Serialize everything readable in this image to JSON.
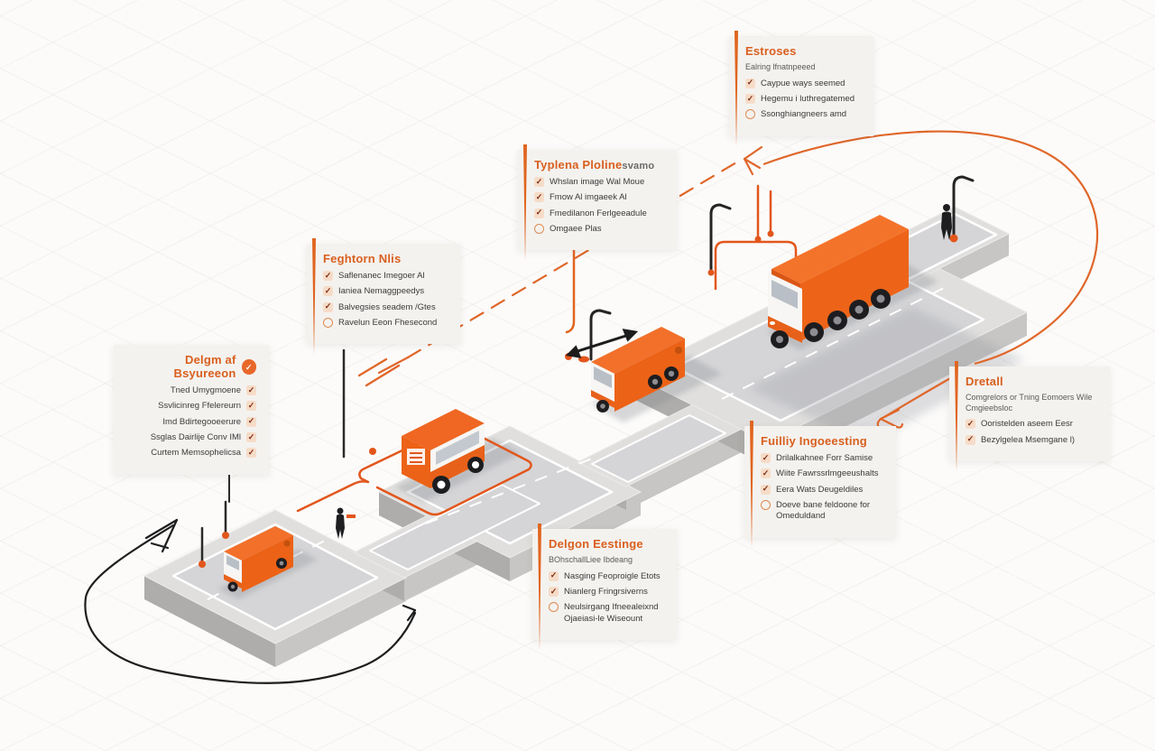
{
  "meta": {
    "background": "#fcfbfa",
    "accent_orange": "#e0651f",
    "vehicle_orange": "#f2691c",
    "route_orange": "#e2561c",
    "line_black": "#222222",
    "platform_gray": "#dfdedd"
  },
  "glyphs": {
    "check": "✓",
    "badge": "✓"
  },
  "boxes": {
    "estroses": {
      "title": "Estroses",
      "subtitle": "Ealring lfnatnpeeed",
      "items": [
        {
          "icon": "check",
          "text": "Caypue ways seemed"
        },
        {
          "icon": "check",
          "text": "Hegemu i luthregatemed"
        },
        {
          "icon": "circle",
          "text": "Ssonghiangneers amd"
        }
      ]
    },
    "typlena": {
      "title": "Typlena Ploline",
      "title_suffix": "svamo",
      "items": [
        {
          "icon": "check",
          "text": "Whslan image Wal Moue"
        },
        {
          "icon": "check",
          "text": "Fmow Al imgaeek Al"
        },
        {
          "icon": "check",
          "text": "Fmedilanon Ferlgeeadule"
        },
        {
          "icon": "circle",
          "text": "Omgaee Plas"
        }
      ]
    },
    "feghtorn": {
      "title": "Feghtorn Nlis",
      "items": [
        {
          "icon": "check",
          "text": "Saflenanec Imegoer Al"
        },
        {
          "icon": "check",
          "text": "Ianiea Nemaggpeedys"
        },
        {
          "icon": "check",
          "text": "Balvegsies seadem /Gtes"
        },
        {
          "icon": "circle",
          "text": "Ravelun Eeon Fhesecond"
        }
      ]
    },
    "delgm": {
      "title": "Delgm af Bsyureeon",
      "items": [
        {
          "icon": "check",
          "text": "Tned Umygmoene"
        },
        {
          "icon": "check",
          "text": "Ssvlicinreg Ffelereurn"
        },
        {
          "icon": "check",
          "text": "Imd Bdirtegooeerure"
        },
        {
          "icon": "check",
          "text": "Ssglas Dairlije Conv IMl"
        },
        {
          "icon": "check",
          "text": "Curtem Memsophelicsa"
        }
      ]
    },
    "fullly": {
      "title": "Fuilliy Ingoeesting",
      "items": [
        {
          "icon": "check",
          "text": "Drilalkahnee Forr Samise"
        },
        {
          "icon": "check",
          "text": "Wiite Fawrssrlmgeeushalts"
        },
        {
          "icon": "check",
          "text": "Eera Wats Deugeldiles"
        },
        {
          "icon": "circle",
          "text": "Doeve bane feldoone for Omeduldand"
        }
      ]
    },
    "delgon": {
      "title": "Delgon Eestinge",
      "subtitle": "BOhschallLiee Ibdeang",
      "items": [
        {
          "icon": "check",
          "text": "Nasging Feoproigle Etots"
        },
        {
          "icon": "check",
          "text": "Nianlerg Fringrsiverns"
        },
        {
          "icon": "circle",
          "text": "Neulsirgang Ifneealeixnd Ojaeiasi-le Wiseount"
        }
      ]
    },
    "dretall": {
      "title": "Dretall",
      "subtitle": "Comgrelors or Tning Eomoers Wile Cmgieebsloc",
      "items": [
        {
          "icon": "check",
          "text": "Ooristelden aseem Eesr"
        },
        {
          "icon": "check",
          "text": "Bezylgelea Msemgane l)"
        }
      ]
    }
  }
}
